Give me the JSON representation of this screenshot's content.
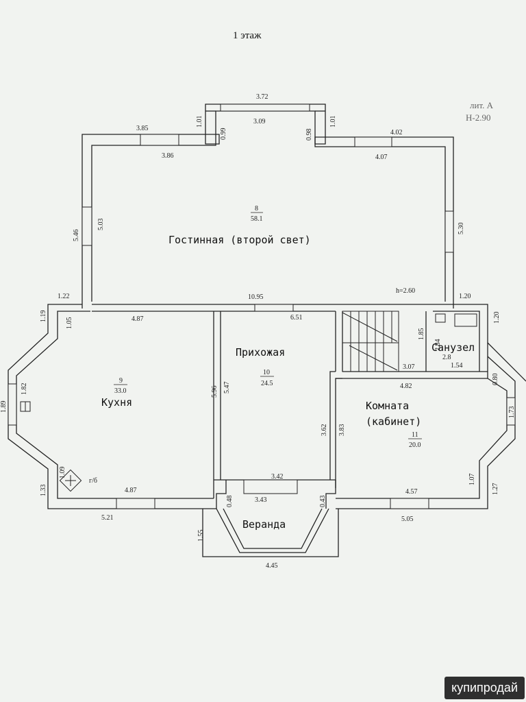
{
  "title": "1 этаж",
  "lit": {
    "line1": "лит. А",
    "line2": "Н-2.90"
  },
  "rooms": {
    "living": {
      "number": "8",
      "area": "58.1",
      "name": "Гостинная (второй свет)",
      "height": "h=2.60"
    },
    "kitchen": {
      "number": "9",
      "area": "33.0",
      "name": "Кухня"
    },
    "hall": {
      "number": "10",
      "area": "24.5",
      "name": "Прихожая"
    },
    "study": {
      "number": "11",
      "area": "20.0",
      "name1": "Комната",
      "name2": "(кабинет)"
    },
    "bathroom": {
      "name": "Санузел",
      "area": "2.8"
    },
    "veranda": {
      "name": "Веранда"
    }
  },
  "gas_label": "г/б",
  "dims": {
    "d372": "3.72",
    "d309": "3.09",
    "d101a": "1.01",
    "d101b": "1.01",
    "d099": "0.99",
    "d098": "0.98",
    "d385": "3.85",
    "d386": "3.86",
    "d402": "4.02",
    "d407": "4.07",
    "d546": "5.46",
    "d503": "5.03",
    "d530": "5.30",
    "d122": "1.22",
    "d1095": "10.95",
    "d120a": "1.20",
    "d119": "1.19",
    "d105": "1.05",
    "d487a": "4.87",
    "d651": "6.51",
    "d185": "1.85",
    "d284": "2.84",
    "d120b": "1.20",
    "d307": "3.07",
    "d154": "1.54",
    "d482": "4.82",
    "d080": "0.80",
    "d189": "1.89",
    "d182": "1.82",
    "d596": "5.96",
    "d547": "5.47",
    "d362": "3.62",
    "d383": "3.83",
    "d173": "1.73",
    "d109": "1.09",
    "d133": "1.33",
    "d487b": "4.87",
    "d342": "3.42",
    "d343": "3.43",
    "d048": "0.48",
    "d043": "0.43",
    "d457": "4.57",
    "d107": "1.07",
    "d127": "1.27",
    "d521": "5.21",
    "d505": "5.05",
    "d155": "1.55",
    "d445": "4.45"
  },
  "watermark": "купипродай"
}
